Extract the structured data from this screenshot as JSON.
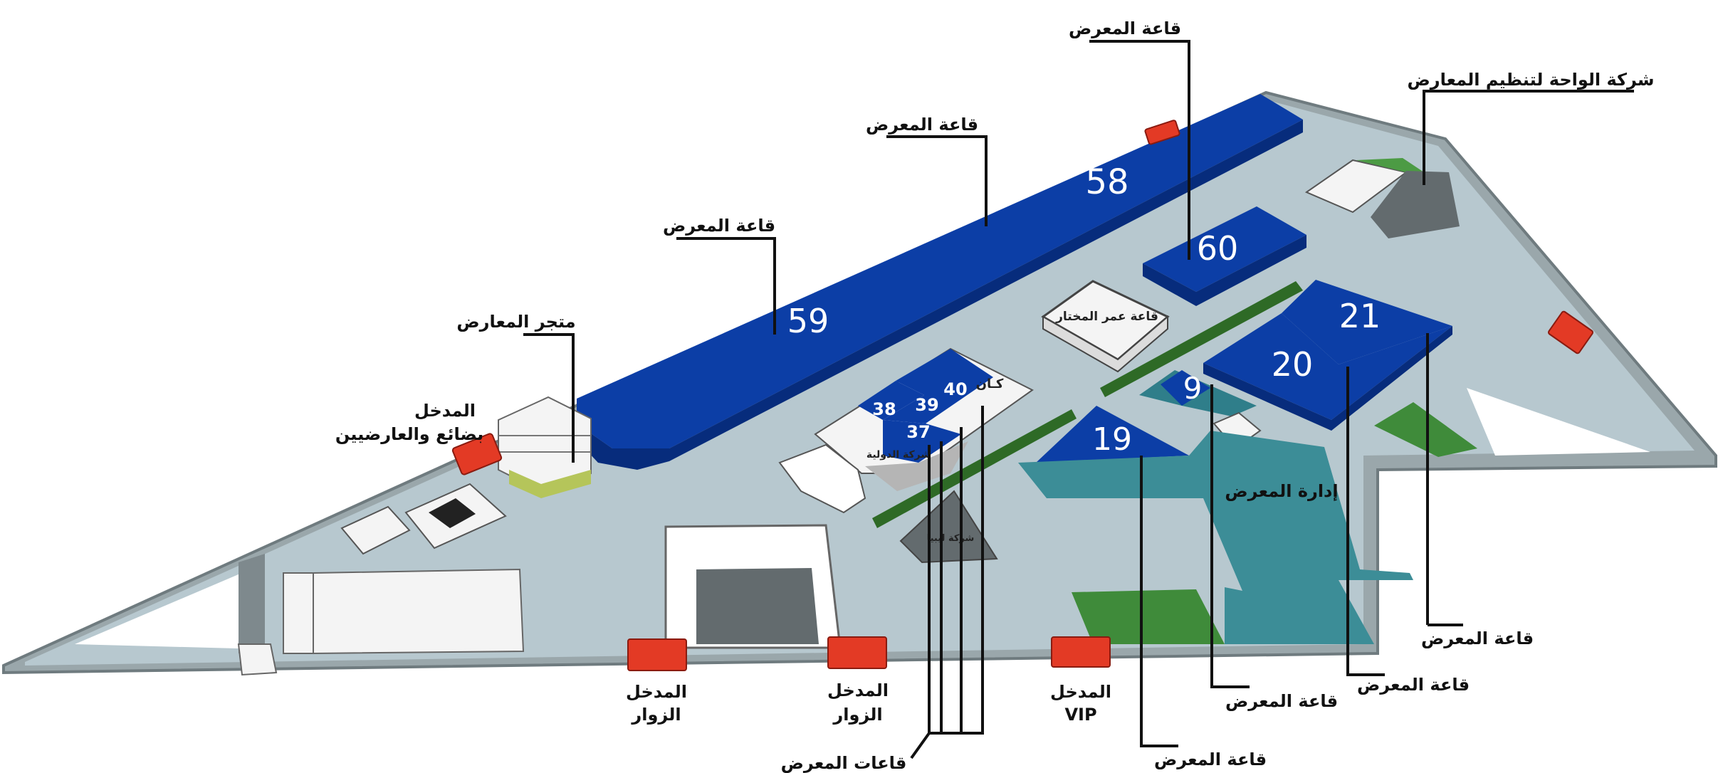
{
  "colors": {
    "hall_blue": "#0c3ea6",
    "hall_blue_side": "#072c7c",
    "floor": "#b7c8cf",
    "wall": "#8e9ca1",
    "teal": "#3c8d97",
    "green": "#3f8b3a",
    "green_strip": "#2e6a26",
    "entrance_red": "#e33a25",
    "dark_grey": "#636b6e",
    "white_block": "#f4f4f4"
  },
  "halls": {
    "h58": "58",
    "h59": "59",
    "h60": "60",
    "h21": "21",
    "h20": "20",
    "h9": "9",
    "h19": "19",
    "h38": "38",
    "h39": "39",
    "h40": "40",
    "h37": "37"
  },
  "buildings": {
    "omar_mukhtar": "قاعة عمر المختار",
    "dowliya": "شركة الدولية",
    "small_company": "شركة ليبيا",
    "white_block_text": "كـان"
  },
  "labels": {
    "hall_top": "قاعة المعرض",
    "hall_58": "قاعة المعرض",
    "hall_59": "قاعة المعرض",
    "oasis_company": "شركة الواحة لتنظيم المعارض",
    "store": "متجر المعارض",
    "entrance_goods_line1": "المدخل",
    "entrance_goods_line2": "بضائع والعارضيين",
    "exhibition_admin": "إدارة المعرض",
    "visitors_entrance_1_line1": "المدخل",
    "visitors_entrance_1_line2": "الزوار",
    "visitors_entrance_2_line1": "المدخل",
    "visitors_entrance_2_line2": "الزوار",
    "vip_entrance_line1": "المدخل",
    "vip_entrance_line2": "VIP",
    "halls_group": "قاعات المعرض",
    "hall_19": "قاعة المعرض",
    "hall_9": "قاعة المعرض",
    "hall_20": "قاعة المعرض",
    "hall_21": "قاعة المعرض"
  }
}
